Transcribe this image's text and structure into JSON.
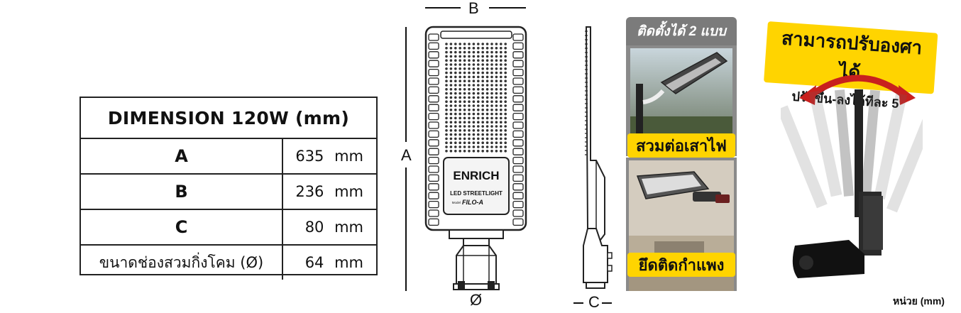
{
  "table": {
    "title": "DIMENSION 120W (mm)",
    "rows": [
      {
        "label": "A",
        "value": "635 mm"
      },
      {
        "label": "B",
        "value": "236 mm"
      },
      {
        "label": "C",
        "value": "80 mm"
      },
      {
        "label": "ขนาดช่องสวมกิ่งโคม (Ø)",
        "value": "64 mm"
      }
    ]
  },
  "drawing": {
    "marker_a": "A",
    "marker_b": "B",
    "marker_c": "C",
    "marker_diameter": "Ø",
    "brand": "ENRICH",
    "product_line": "LED STREETLIGHT",
    "model_prefix": "Model",
    "model": "FILO-A"
  },
  "install": {
    "banner": "ติดตั้งได้ 2 แบบ",
    "option_pole": "สวมต่อเสาไฟ",
    "option_wall": "ยึดติดกำแพง"
  },
  "adjust": {
    "title": "สามารถปรับองศาได้",
    "subtitle": "ปรับขึ้น-ลงได้ทีละ 5°"
  },
  "unit": "หน่วย (mm)",
  "colors": {
    "accent_yellow": "#ffd400",
    "arrow_red": "#c8201e",
    "banner_gray": "#7b7b7b",
    "lamp_dark": "#222222"
  }
}
